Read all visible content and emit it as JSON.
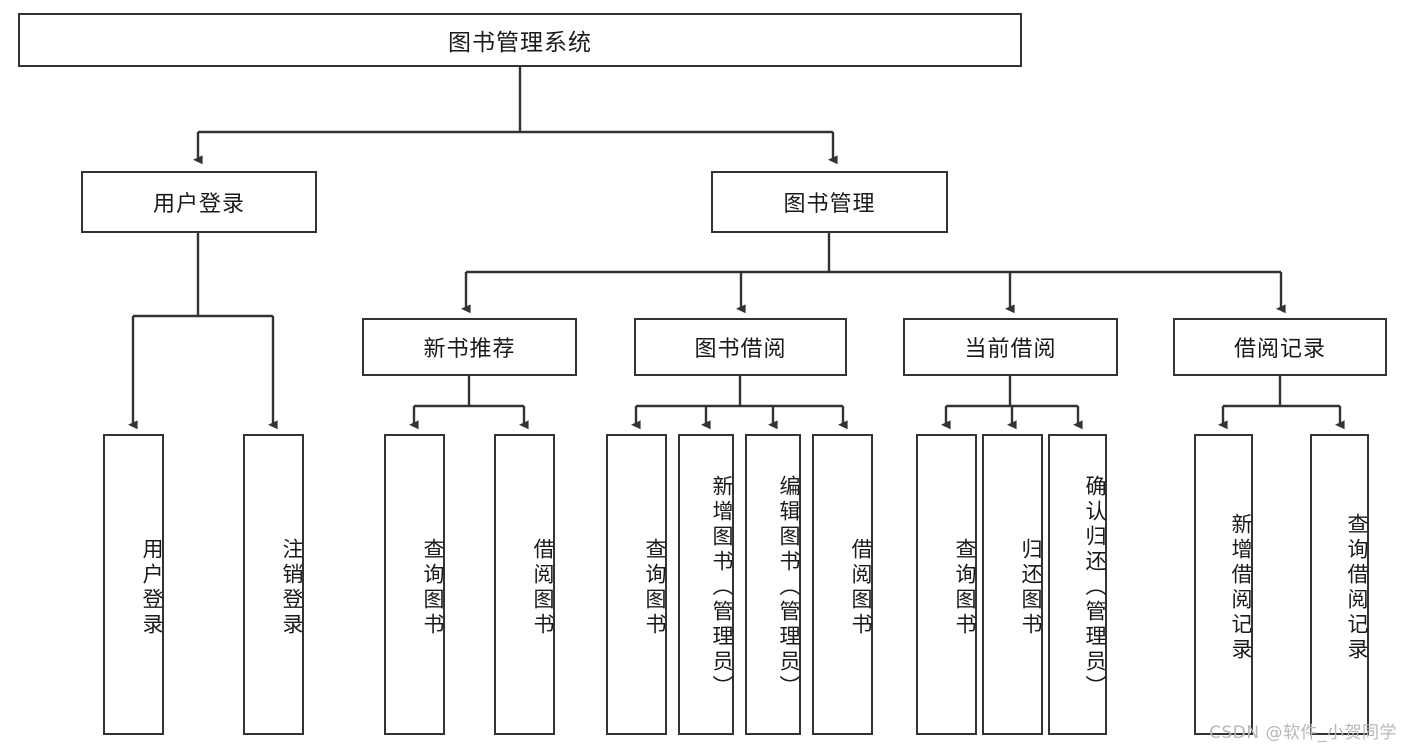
{
  "diagram": {
    "title": "图书管理系统",
    "type": "tree",
    "stroke_color": "#333333",
    "background_color": "#ffffff",
    "text_color": "#1a1a1a",
    "root": {
      "label": "图书管理系统"
    },
    "level2": [
      {
        "label": "用户登录"
      },
      {
        "label": "图书管理"
      }
    ],
    "level3": [
      {
        "label": "新书推荐"
      },
      {
        "label": "图书借阅"
      },
      {
        "label": "当前借阅"
      },
      {
        "label": "借阅记录"
      }
    ],
    "leaves": {
      "user_login": [
        {
          "label": "用户登录"
        },
        {
          "label": "注销登录"
        }
      ],
      "new_book_recommend": [
        {
          "label": "查询图书"
        },
        {
          "label": "借阅图书"
        }
      ],
      "book_borrow": [
        {
          "label": "查询图书"
        },
        {
          "label": "新增图书（管理员）"
        },
        {
          "label": "编辑图书（管理员）"
        },
        {
          "label": "借阅图书"
        }
      ],
      "current_borrow": [
        {
          "label": "查询图书"
        },
        {
          "label": "归还图书"
        },
        {
          "label": "确认归还（管理员）"
        }
      ],
      "borrow_record": [
        {
          "label": "新增借阅记录"
        },
        {
          "label": "查询借阅记录"
        }
      ]
    }
  },
  "watermark": {
    "text": "CSDN @软件_小贺同学"
  }
}
